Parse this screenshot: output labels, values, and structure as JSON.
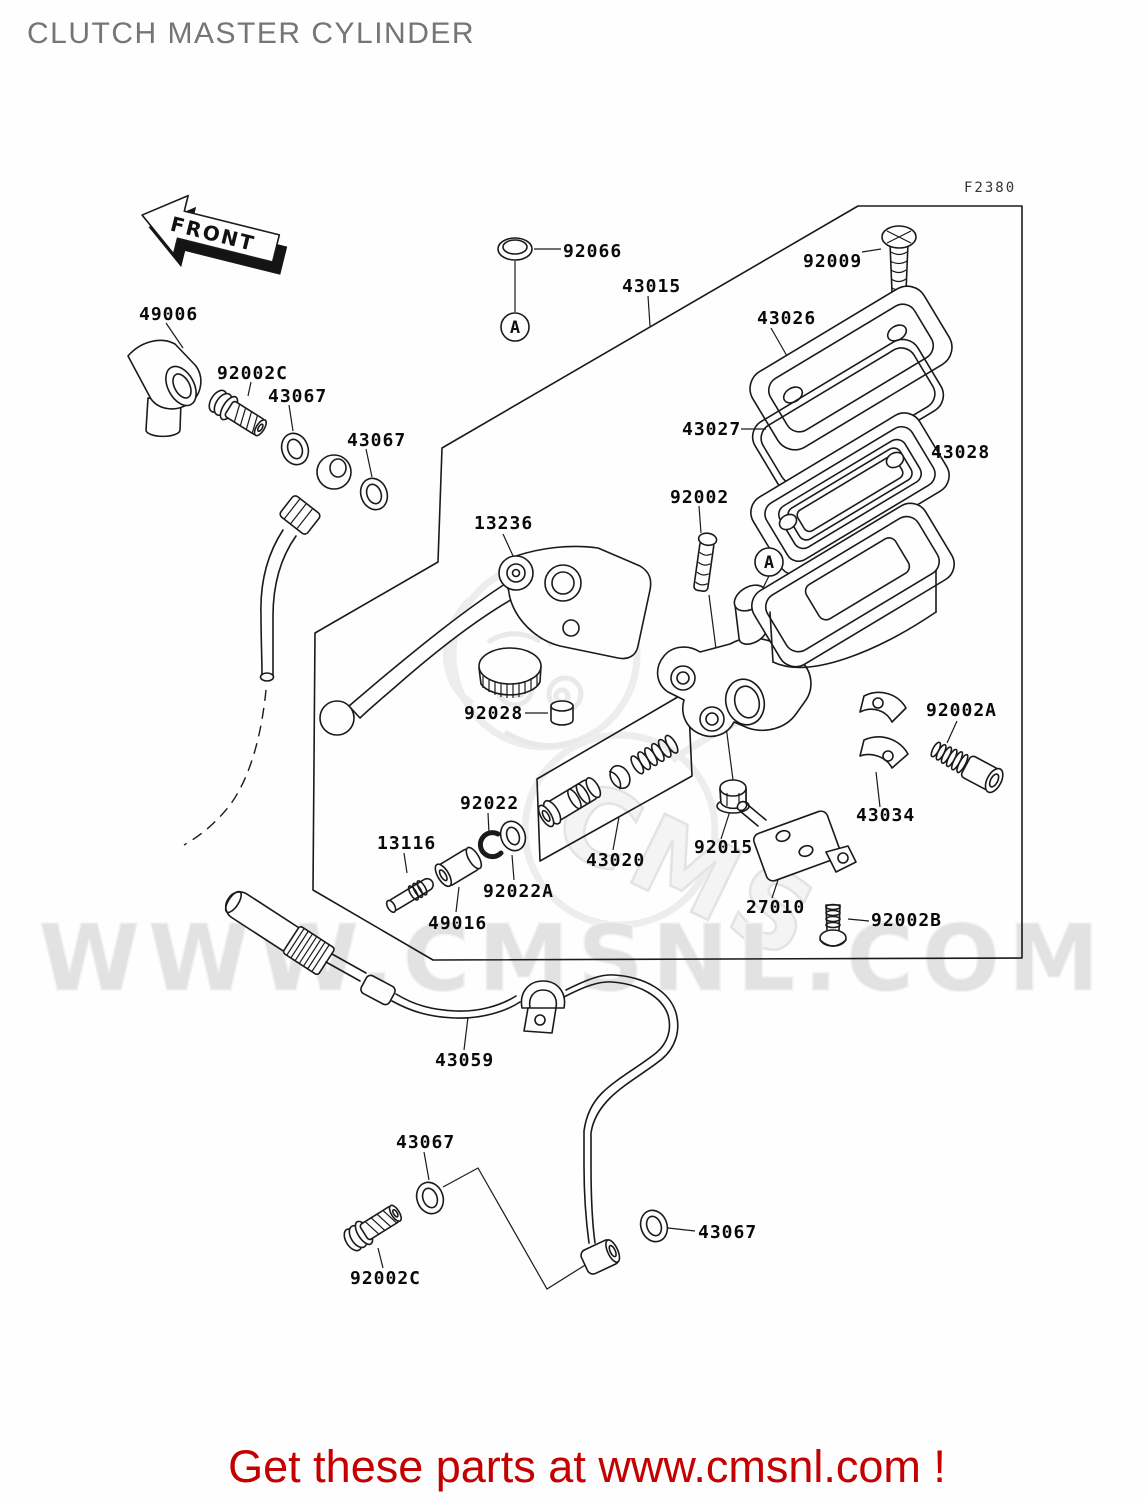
{
  "page": {
    "title": "CLUTCH MASTER CYLINDER",
    "figure_code": "F2380",
    "front_label": "FRONT",
    "footer_text": "Get these parts at www.cmsnl.com !"
  },
  "watermark": {
    "brand": "CMS",
    "site": "WWW.CMSNL.COM"
  },
  "detail_markers": [
    "A",
    "A"
  ],
  "part_labels": [
    "92066",
    "43015",
    "92009",
    "43026",
    "43027",
    "43028",
    "92002",
    "49006",
    "92002C",
    "43067",
    "43067",
    "13236",
    "92028",
    "92022",
    "13116",
    "43020",
    "92022A",
    "49016",
    "92015",
    "27010",
    "92002B",
    "92002A",
    "43034",
    "43059",
    "43067",
    "92002C",
    "43067"
  ],
  "colors": {
    "diagram_line": "#1a1a1a",
    "label_text": "#0a0a0a",
    "title_text": "#757575",
    "watermark_gray": "#e4e4e4",
    "footer_red": "#c40000",
    "background": "#fefefe"
  }
}
